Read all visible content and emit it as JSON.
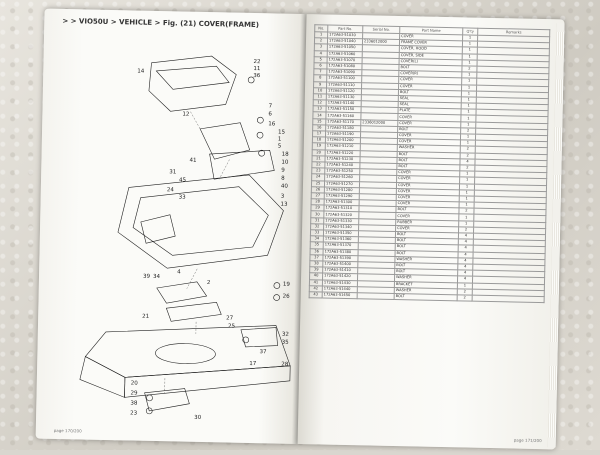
{
  "header": {
    "breadcrumb": "> > VIO50U > VEHICLE > Fig. (21) COVER(FRAME)"
  },
  "diagram": {
    "labels": [
      "22",
      "11",
      "36",
      "14",
      "7",
      "6",
      "16",
      "15",
      "1",
      "5",
      "18",
      "10",
      "9",
      "8",
      "40",
      "3",
      "12",
      "41",
      "31",
      "45",
      "24",
      "33",
      "2",
      "4",
      "39",
      "34",
      "19",
      "26",
      "21",
      "27",
      "25",
      "32",
      "35",
      "37",
      "17",
      "28",
      "20",
      "29",
      "38",
      "23",
      "30",
      "13"
    ]
  },
  "table": {
    "columns": [
      "No.",
      "Part No.",
      "Serial No.",
      "Part Name",
      "Q'ty",
      "Remarks"
    ],
    "rows": [
      [
        "1",
        "172A63-51030",
        "",
        "COVER",
        "1",
        ""
      ],
      [
        "2",
        "172A63-51040",
        "2336012000",
        "FRAME COVER",
        "1",
        ""
      ],
      [
        "3",
        "172A63-51050",
        "",
        "COVER, HOOD",
        "1",
        ""
      ],
      [
        "4",
        "172A63-51060",
        "",
        "COVER, SIDE",
        "1",
        ""
      ],
      [
        "5",
        "172A63-51070",
        "",
        "COVER(L)",
        "1",
        ""
      ],
      [
        "6",
        "172A63-51080",
        "",
        "BOLT",
        "2",
        ""
      ],
      [
        "7",
        "172A63-51090",
        "",
        "COVER(R)",
        "1",
        ""
      ],
      [
        "8",
        "172A63-51100",
        "",
        "COVER",
        "1",
        ""
      ],
      [
        "9",
        "172A63-51110",
        "",
        "COVER",
        "1",
        ""
      ],
      [
        "10",
        "172A63-51120",
        "",
        "BOLT",
        "1",
        ""
      ],
      [
        "11",
        "172A63-51130",
        "",
        "SEAL",
        "1",
        ""
      ],
      [
        "12",
        "172A63-51140",
        "",
        "SEAL",
        "1",
        ""
      ],
      [
        "13",
        "172A63-51150",
        "",
        "PLATE",
        "1",
        ""
      ],
      [
        "14",
        "172A63-51160",
        "",
        "COVER",
        "1",
        ""
      ],
      [
        "15",
        "172A63-51170",
        "2336012000",
        "COVER",
        "1",
        ""
      ],
      [
        "16",
        "172A63-51180",
        "",
        "BOLT",
        "2",
        ""
      ],
      [
        "17",
        "172A63-51190",
        "",
        "COVER",
        "1",
        ""
      ],
      [
        "18",
        "172A63-51200",
        "",
        "COVER",
        "1",
        ""
      ],
      [
        "19",
        "172A63-51210",
        "",
        "WASHER",
        "2",
        ""
      ],
      [
        "20",
        "172A63-51220",
        "",
        "BOLT",
        "2",
        ""
      ],
      [
        "21",
        "172A63-51230",
        "",
        "BOLT",
        "4",
        ""
      ],
      [
        "22",
        "172A63-51240",
        "",
        "BOLT",
        "2",
        ""
      ],
      [
        "23",
        "172A63-51250",
        "",
        "COVER",
        "1",
        ""
      ],
      [
        "24",
        "172A63-51260",
        "",
        "COVER",
        "1",
        ""
      ],
      [
        "25",
        "172A63-51270",
        "",
        "COVER",
        "1",
        ""
      ],
      [
        "26",
        "172A63-51280",
        "",
        "COVER",
        "1",
        ""
      ],
      [
        "27",
        "172A63-51290",
        "",
        "COVER",
        "1",
        ""
      ],
      [
        "28",
        "172A63-51300",
        "",
        "COVER",
        "1",
        ""
      ],
      [
        "29",
        "172A63-51310",
        "",
        "BOLT",
        "2",
        ""
      ],
      [
        "30",
        "172A63-51320",
        "",
        "COVER",
        "1",
        ""
      ],
      [
        "31",
        "172A63-51330",
        "",
        "RUBBER",
        "1",
        ""
      ],
      [
        "32",
        "172A63-51340",
        "",
        "COVER",
        "2",
        ""
      ],
      [
        "33",
        "172A63-51350",
        "",
        "BOLT",
        "4",
        ""
      ],
      [
        "34",
        "172A63-51360",
        "",
        "BOLT",
        "4",
        ""
      ],
      [
        "35",
        "172A63-51370",
        "",
        "BOLT",
        "4",
        ""
      ],
      [
        "36",
        "172A63-51380",
        "",
        "BOLT",
        "4",
        ""
      ],
      [
        "37",
        "172A63-51390",
        "",
        "WASHER",
        "4",
        ""
      ],
      [
        "38",
        "172A63-51400",
        "",
        "BOLT",
        "4",
        ""
      ],
      [
        "39",
        "172A63-51410",
        "",
        "BOLT",
        "4",
        ""
      ],
      [
        "40",
        "172A63-51420",
        "",
        "WASHER",
        "4",
        ""
      ],
      [
        "41",
        "172A63-51430",
        "",
        "BRACKET",
        "1",
        ""
      ],
      [
        "42",
        "172A63-51440",
        "",
        "WASHER",
        "2",
        ""
      ],
      [
        "43",
        "172A63-51450",
        "",
        "BOLT",
        "2",
        ""
      ]
    ]
  },
  "footer": {
    "left": "page 170/200",
    "right": "page 171/200"
  }
}
